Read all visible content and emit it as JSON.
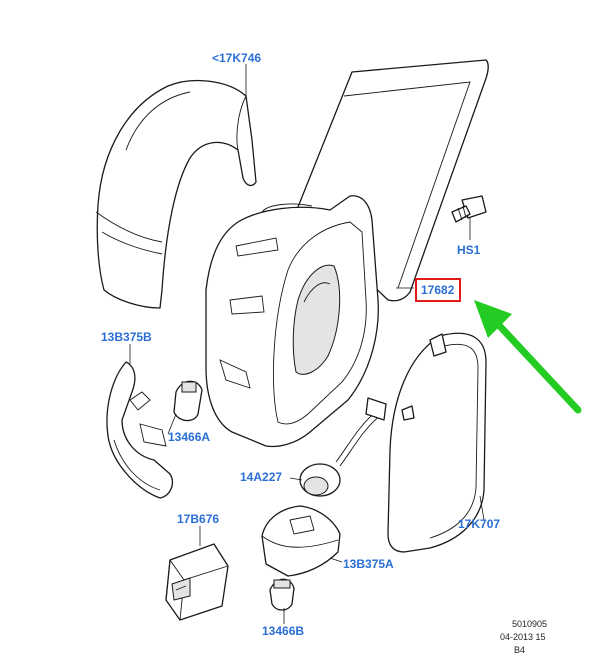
{
  "labels": {
    "cap": "<17K746",
    "hs1": "HS1",
    "housing": "17682",
    "bracket_left": "13B375B",
    "bulb_upper": "13466A",
    "connector": "14A227",
    "glass": "17K707",
    "switch": "17B676",
    "bracket_lower": "13B375A",
    "bulb_lower": "13466B"
  },
  "footer": {
    "line1": "5010905",
    "line2": "04-2013 15",
    "line3": "B4"
  },
  "colors": {
    "label": "#2a6fd6",
    "highlight_box": "#e01b1b",
    "arrow": "#22cc22",
    "line": "#1a1a1a"
  },
  "icons": {
    "arrow": "green-arrow-icon"
  }
}
